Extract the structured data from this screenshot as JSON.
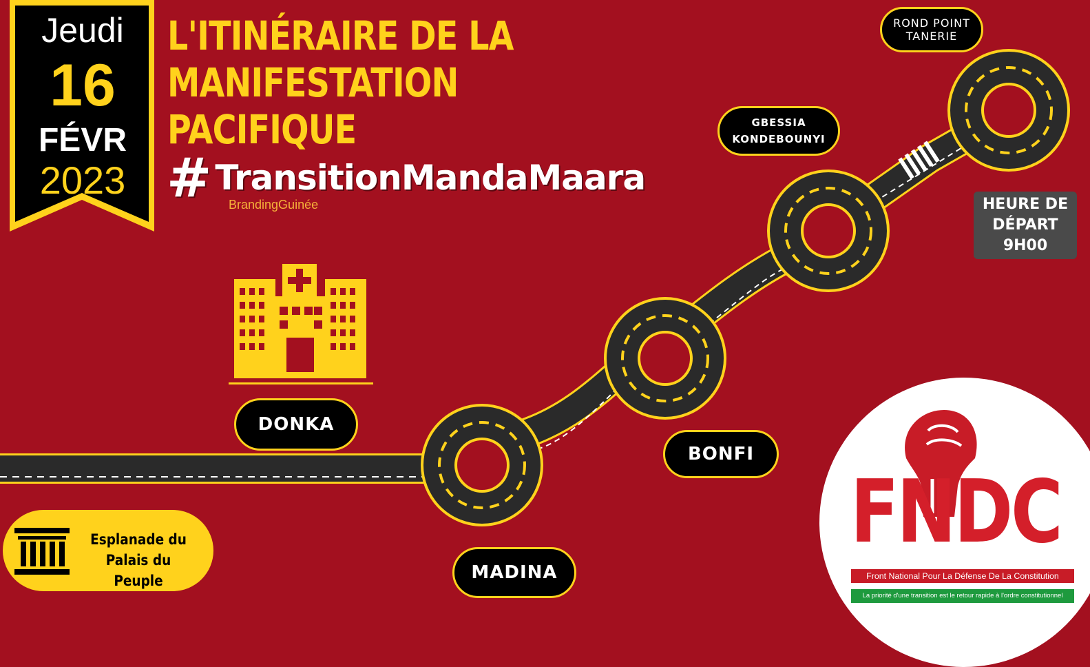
{
  "date": {
    "day_name": "Jeudi",
    "day": "16",
    "month": "FÉVR",
    "year": "2023"
  },
  "title": {
    "line1": "L'ITINÉRAIRE DE LA",
    "line2": "MANIFESTATION PACIFIQUE"
  },
  "hashtag": {
    "symbol": "#",
    "text": "TransitionMandaMaara",
    "credit": "BrandingGuinée"
  },
  "stops": {
    "rond_point_line1": "ROND POINT",
    "rond_point_line2": "TANERIE",
    "gbessia_line1": "GBESSIA",
    "gbessia_line2": "KONDEBOUNYI",
    "bonfi": "BONFI",
    "madina": "MADINA",
    "donka": "DONKA"
  },
  "departure": {
    "line1": "HEURE DE",
    "line2": "DÉPART",
    "line3": "9H00"
  },
  "destination": {
    "line1": "Esplanade du",
    "line2": "Palais du Peuple"
  },
  "organizer": {
    "acronym": "FNDC",
    "name": "Front National Pour La Défense De La Constitution",
    "slogan": "La priorité d'une transition est le retour rapide à l'ordre constitutionnel"
  },
  "colors": {
    "background": "#a3101f",
    "accent": "#ffd21c",
    "road": "#2a2a2a",
    "logo_red": "#d41f2a",
    "logo_green": "#1e9a3e"
  },
  "icons": [
    "hospital-icon",
    "palace-columns-icon",
    "helmet-mask-icon"
  ]
}
